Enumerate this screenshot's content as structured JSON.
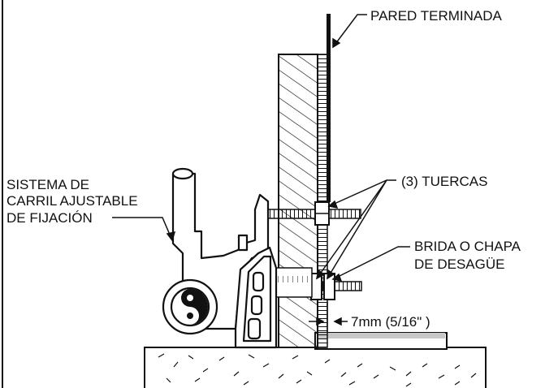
{
  "labels": {
    "finished_wall": "PARED TERMINADA",
    "nuts": "(3) TUERCAS",
    "flange_line1": "BRIDA O CHAPA",
    "flange_line2": "DE DESAGÜE",
    "rail_line1": "SISTEMA DE",
    "rail_line2": "CARRIL AJUSTABLE",
    "rail_line3": "DE FIJACIÓN",
    "dimension": "7mm (5/16\" )"
  },
  "colors": {
    "ink": "#111111",
    "floor_fill": "#ffffff",
    "flange_plate": "#c8c8c8"
  }
}
